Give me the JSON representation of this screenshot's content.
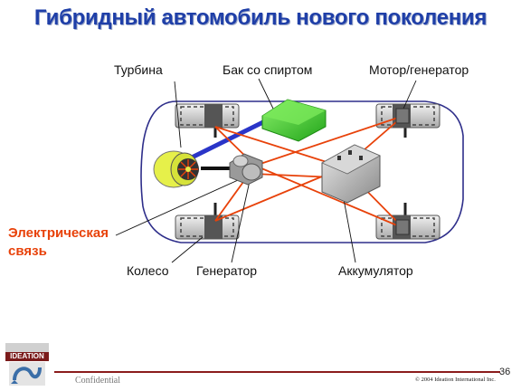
{
  "title": "Гибридный автомобиль нового поколения",
  "labels": {
    "turbine": "Турбина",
    "tank": "Бак со спиртом",
    "motor": "Мотор/генератор",
    "electric_line1": "Электрическая",
    "electric_line2": "связь",
    "wheel": "Колесо",
    "generator": "Генератор",
    "battery": "Аккумулятор"
  },
  "footer": {
    "confidential": "Confidential",
    "copyright": "© 2004 Ideation International Inc.",
    "page": "36",
    "logo_text": "IDEATION"
  },
  "colors": {
    "title": "#1f3fa8",
    "connection": "#e8420a",
    "fuel_line": "#2a35c8",
    "tank": "#3fcf2a",
    "turbine": "#e6f04a"
  }
}
